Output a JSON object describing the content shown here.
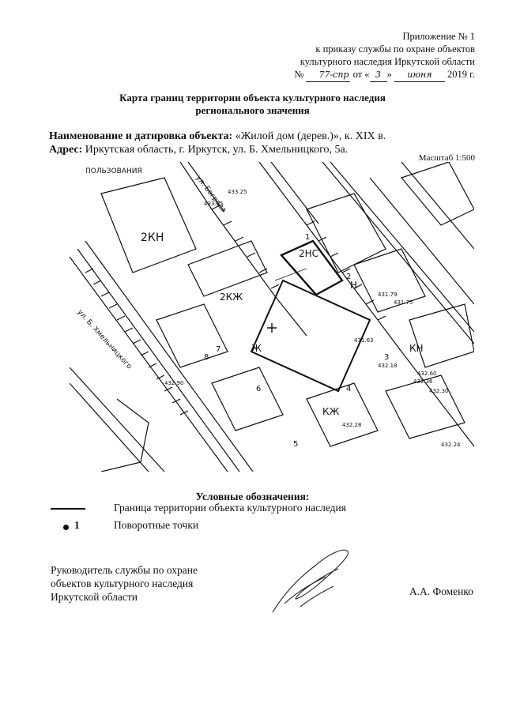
{
  "appendix": {
    "line1": "Приложение № 1",
    "line2": "к приказу службы по охране объектов",
    "line3": "культурного наследия Иркутской области",
    "order_no_prefix": "№",
    "order_no_hand": "77-спр",
    "date_from": "от «",
    "date_day_hand": "3",
    "date_close": "»",
    "date_month_hand": "июня",
    "date_year": "2019 г."
  },
  "title": {
    "line1": "Карта границ территории объекта культурного наследия",
    "line2": "регионального значения"
  },
  "object": {
    "name_label": "Наименование и датировка объекта:",
    "name_value": "«Жилой дом (дерев.)», к. XIX в.",
    "address_label": "Адрес:",
    "address_value": "Иркутская область, г. Иркутск, ул. Б. Хмельницкого, 5а."
  },
  "scale": "Масштаб 1:500",
  "map": {
    "labels": {
      "zone_top_left": "ПОЛЬЗОВАНИЯ",
      "b1": "2КН",
      "b2": "2КЖ",
      "b3": "Ж",
      "b4": "2НС",
      "b5": "Н",
      "b6": "КН",
      "b7": "КЖ",
      "street1": "ул. Б. Хмельницкого",
      "street2": "ул. Бограда"
    },
    "points": [
      "1",
      "2",
      "3",
      "4",
      "5",
      "6",
      "7",
      "8"
    ],
    "elevations": [
      "433.25",
      "433.15",
      "432.90",
      "431.79",
      "431.75",
      "432.18",
      "432.28",
      "432.60",
      "432.24",
      "432.36",
      "432.30",
      "431.63"
    ]
  },
  "legend": {
    "title": "Условные обозначения:",
    "boundary_label": "Граница территории объекта культурного наследия",
    "point_number": "1",
    "point_label": "Поворотные точки"
  },
  "signature": {
    "line1": "Руководитель службы по охране",
    "line2": "объектов культурного наследия",
    "line3": "Иркутской области",
    "name": "А.А. Фоменко"
  }
}
